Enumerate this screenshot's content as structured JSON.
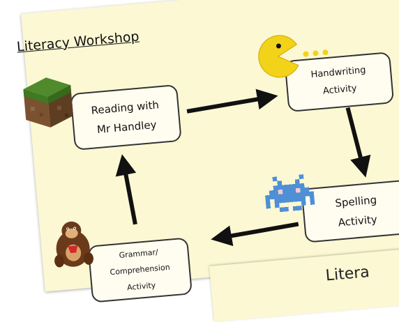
{
  "title": "Literacy Workshop",
  "steps": {
    "reading": {
      "line1": "Reading with",
      "line2": "Mr Handley"
    },
    "handwriting": {
      "line1": "Handwriting",
      "line2": "Activity"
    },
    "spelling": {
      "line1": "Spelling",
      "line2": "Activity"
    },
    "grammar": {
      "line1": "Grammar/",
      "line2": "Comprehension",
      "line3": "Activity"
    }
  },
  "icons": {
    "reading": "minecraft-grass-block-icon",
    "handwriting": "pacman-icon",
    "spelling": "space-invader-icon",
    "grammar": "donkey-kong-icon"
  },
  "second_sheet_text": "Litera",
  "colors": {
    "sheet": "#fbf8d3",
    "pacman": "#f3d21a",
    "invader": "#4f8fd6",
    "grass": "#4f8a2c",
    "dirt": "#7a5230",
    "kong": "#6b3a1a"
  }
}
